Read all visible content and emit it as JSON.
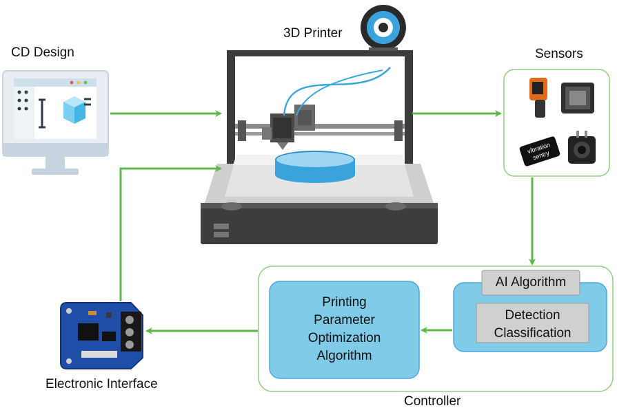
{
  "labels": {
    "cd_design": "CD Design",
    "printer": "3D Printer",
    "sensors": "Sensors",
    "electronic_interface": "Electronic Interface",
    "controller": "Controller"
  },
  "controller": {
    "ai_algorithm": "AI Algorithm",
    "detection": "Detection",
    "classification": "Classification",
    "optimization_lines": [
      "Printing",
      "Parameter",
      "Optimization",
      "Algorithm"
    ]
  },
  "sensor_badge": [
    "vibration",
    "sentry"
  ],
  "colors": {
    "arrow": "#5bb947",
    "box_fill": "#7fcbe8",
    "box_stroke": "#4aa8d8",
    "gray_fill": "#d0d0d0",
    "monitor_blue": "#7ccff2"
  }
}
